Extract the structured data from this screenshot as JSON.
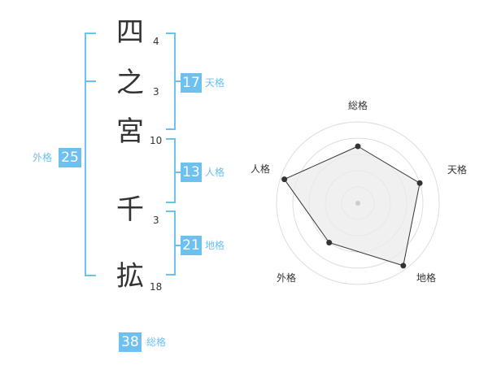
{
  "name": {
    "chars": [
      {
        "char": "四",
        "strokes": "4"
      },
      {
        "char": "之",
        "strokes": "3"
      },
      {
        "char": "宮",
        "strokes": "10"
      },
      {
        "char": "千",
        "strokes": "3"
      },
      {
        "char": "拡",
        "strokes": "18"
      }
    ]
  },
  "kaku": {
    "tenkaku": {
      "value": "17",
      "label": "天格"
    },
    "jinkaku": {
      "value": "13",
      "label": "人格"
    },
    "chikaku": {
      "value": "21",
      "label": "地格"
    },
    "gaikaku": {
      "value": "25",
      "label": "外格"
    },
    "soukaku": {
      "value": "38",
      "label": "総格"
    }
  },
  "colors": {
    "accent": "#6ec0ee",
    "text": "#333333"
  },
  "chart_data": {
    "type": "radar",
    "axes": [
      "総格",
      "天格",
      "地格",
      "外格",
      "人格"
    ],
    "values": [
      0.7,
      0.8,
      0.95,
      0.6,
      0.95
    ],
    "rings": 5
  }
}
